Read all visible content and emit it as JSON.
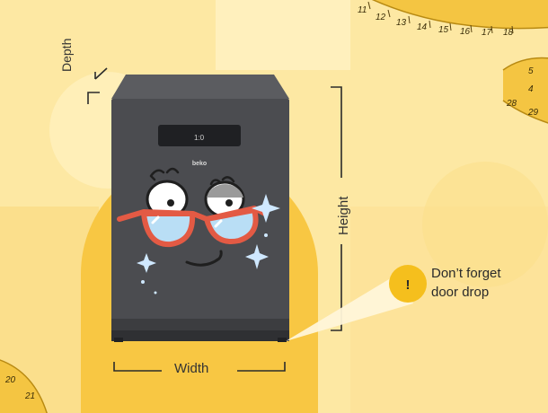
{
  "labels": {
    "depth": "Depth",
    "width": "Width",
    "height": "Height",
    "note_line1": "Don’t forget",
    "note_line2": "door drop",
    "alert_symbol": "!"
  },
  "appliance": {
    "brand": "beko",
    "display_text": "1:0"
  },
  "tape_measure_numbers": {
    "top_right": [
      "11",
      "12",
      "13",
      "14",
      "15",
      "16",
      "17",
      "18"
    ],
    "right": [
      "5",
      "4",
      "28",
      "29"
    ],
    "bottom_left": [
      "20",
      "21"
    ]
  },
  "colors": {
    "background": "#fde8a3",
    "panel_light": "#fff0bd",
    "arch": "#f8c743",
    "appliance_body": "#4b4c50",
    "glasses": "#e35a44",
    "callout_icon": "#f5bf1d",
    "tape": "#f4c542"
  },
  "icons": [
    "dishwasher-icon",
    "cartoon-face-icon",
    "sparkle-icon",
    "alert-icon",
    "tape-measure-icon"
  ]
}
